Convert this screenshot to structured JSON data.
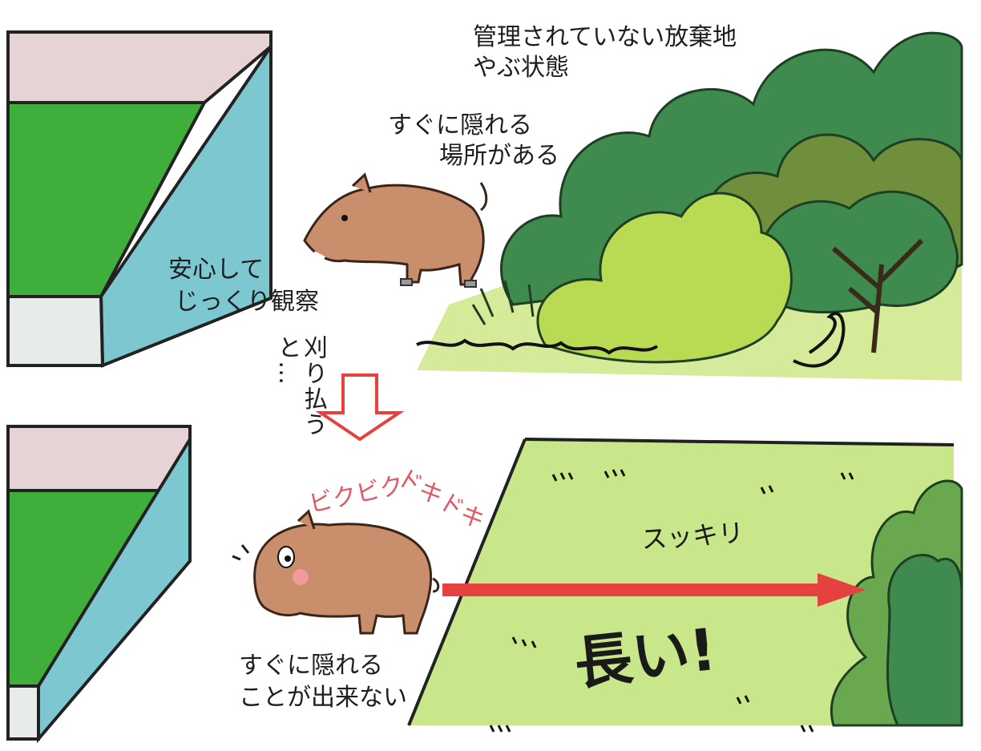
{
  "top": {
    "abandoned_label_line1": "管理されていない放棄地",
    "abandoned_label_line2": "やぶ状態",
    "hide_label_line1": "すぐに隠れる",
    "hide_label_line2": "場所がある",
    "observe_label_line1": "安心して",
    "observe_label_line2": "じっくり観察"
  },
  "middle": {
    "mow_label": "刈り払うと…"
  },
  "bottom": {
    "nervous_1": "ビクビク",
    "nervous_2": "ドキドキ",
    "clear_label": "スッキリ",
    "long_label": "長い!",
    "cannot_hide_line1": "すぐに隠れる",
    "cannot_hide_line2": "ことが出来ない"
  },
  "colors": {
    "field_green": "#3fae3a",
    "field_top_pink": "#e6d3d6",
    "field_side_blue": "#7cc7d0",
    "field_front_gray": "#e8ece9",
    "grass_light": "#c8e68a",
    "bush_dark": "#3f8a4f",
    "bush_olive": "#6f8f3c",
    "bush_light": "#b9db54",
    "boar_brown": "#c98f6c",
    "arrow_red": "#e4413f",
    "nervous_red": "#e05a66"
  }
}
